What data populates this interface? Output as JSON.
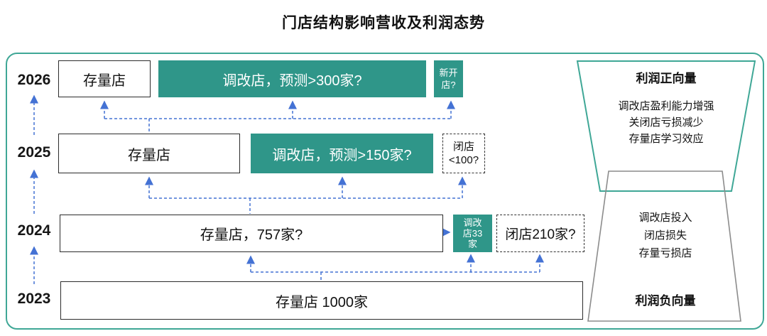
{
  "title": "门店结构影响营收及利润态势",
  "colors": {
    "teal": "#2F9689",
    "teal_border": "#3FA796",
    "arrow_blue": "#4472D4",
    "gray_border": "#8C8C8C"
  },
  "timeline": {
    "years": [
      "2026",
      "2025",
      "2024",
      "2023"
    ]
  },
  "rows": {
    "y2026": {
      "stock": "存量店",
      "renovated": "调改店，预测>300家?",
      "new_open_lines": [
        "新开",
        "店?"
      ]
    },
    "y2025": {
      "stock": "存量店",
      "renovated": "调改店，预测>150家?",
      "closed_lines": [
        "闭店",
        "<100?"
      ]
    },
    "y2024": {
      "stock": "存量店，757家?",
      "renovated_lines": [
        "调改",
        "店33",
        "家"
      ],
      "closed": "闭店210家?"
    },
    "y2023": {
      "stock": "存量店 1000家"
    }
  },
  "right_panel": {
    "positive": {
      "title": "利润正向量",
      "lines": [
        "调改店盈利能力增强",
        "关闭店亏损减少",
        "存量店学习效应"
      ]
    },
    "negative": {
      "title": "利润负向量",
      "lines": [
        "调改店投入",
        "闭店损失",
        "存量亏损店"
      ]
    }
  }
}
